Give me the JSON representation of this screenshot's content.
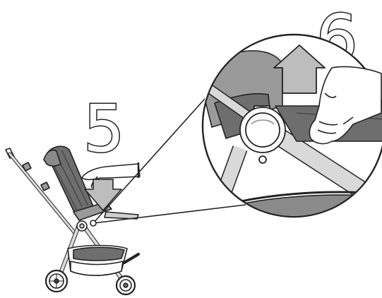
{
  "steps": [
    {
      "number": "5",
      "action": "press-down"
    },
    {
      "number": "6",
      "action": "lift-up"
    }
  ],
  "colors": {
    "line": "#222222",
    "dark_fabric": "#6e6e6e",
    "mid_fabric": "#9a9a9a",
    "light_fabric": "#cfcfcf",
    "frame": "#d9d9d9",
    "arrow_fill": "#bdbdbd",
    "skin": "#ffffff"
  },
  "icons": [
    "down-arrow-icon",
    "up-arrow-icon",
    "hand-icon",
    "wheel-icon",
    "hinge-icon"
  ]
}
